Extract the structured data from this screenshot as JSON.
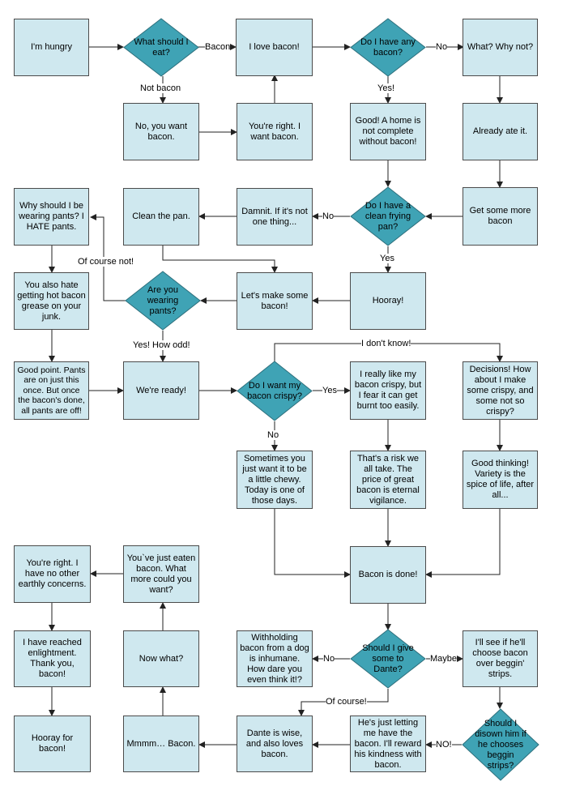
{
  "nodes": {
    "hungry": "I'm hungry",
    "what_eat": "What should I eat?",
    "love_bacon": "I love bacon!",
    "have_bacon": "Do I have any bacon?",
    "why_not": "What? Why not?",
    "want_bacon": "No, you want bacon.",
    "youre_right": "You're right. I want bacon.",
    "good_home": "Good! A home is not complete without bacon!",
    "already_ate": "Already ate it.",
    "why_pants": "Why should I be wearing pants? I HATE pants.",
    "clean_pan": "Clean the pan.",
    "damnit": "Damnit. If it's not one thing...",
    "frying_pan": "Do I have a clean frying pan?",
    "get_more": "Get some more bacon",
    "hate_grease": "You also hate getting hot bacon grease on your junk.",
    "wearing_pants": "Are you wearing pants?",
    "lets_make": "Let's make some bacon!",
    "hooray": "Hooray!",
    "good_point": "Good point. Pants are on just this once. But once the bacon's done, all pants are off!",
    "were_ready": "We're ready!",
    "want_crispy": "Do I want my bacon crispy?",
    "like_crispy": "I really like my bacon crispy, but I fear it can get burnt too easily.",
    "decisions": "Decisions! How about I make some crispy, and some not so crispy?",
    "chewy": "Sometimes you just want it to be a little chewy. Today is one of those days.",
    "risk": "That's a risk we all take. The price of great bacon is eternal vigilance.",
    "good_thinking": "Good thinking! Variety is the spice of life, after all...",
    "youre_right_2": "You're right. I have no other earthly concerns.",
    "just_eaten": "You`ve just eaten bacon. What more could you want?",
    "bacon_done": "Bacon is done!",
    "enlightment": "I have reached enlightment. Thank you, bacon!",
    "now_what": "Now what?",
    "withholding": "Withholding bacon from a dog is inhumane. How dare you even think it!?",
    "give_dante": "Should I give some to Dante?",
    "see_if": "I'll see if he'll choose bacon over beggin' strips.",
    "hooray_bacon": "Hooray for bacon!",
    "mmmm": "Mmmm… Bacon.",
    "dante_wise": "Dante is wise, and also loves bacon.",
    "letting_me": "He's just letting me have the bacon. I'll reward his kindness with bacon.",
    "disown": "Should I disown him if he chooses beggin strips?"
  },
  "labels": {
    "bacon": "Bacon",
    "no1": "No",
    "not_bacon": "Not bacon",
    "yes1": "Yes!",
    "no2": "No",
    "yes2": "Yes",
    "of_course_not": "Of course not!",
    "yes_how_odd": "Yes! How odd!",
    "i_dont_know": "I don't know!",
    "yes3": "Yes",
    "no3": "No",
    "no4": "No",
    "maybe": "Maybe",
    "of_course": "Of course!",
    "no_caps": "NO!"
  },
  "colors": {
    "box_fill": "#cfe8ef",
    "diamond_fill": "#3fa3b5",
    "line": "#222222"
  }
}
